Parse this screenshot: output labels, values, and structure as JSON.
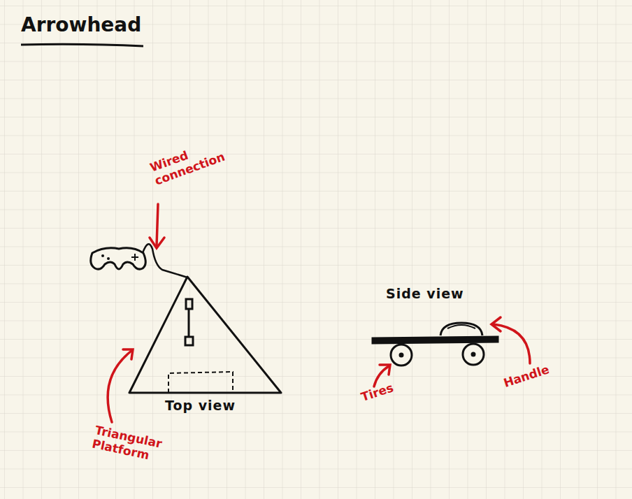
{
  "diagram": {
    "title": "Arrowhead",
    "labels": [
      "Wired connection",
      "Triangular Platform",
      "Top view",
      "Side view",
      "Tires",
      "Handle"
    ]
  }
}
